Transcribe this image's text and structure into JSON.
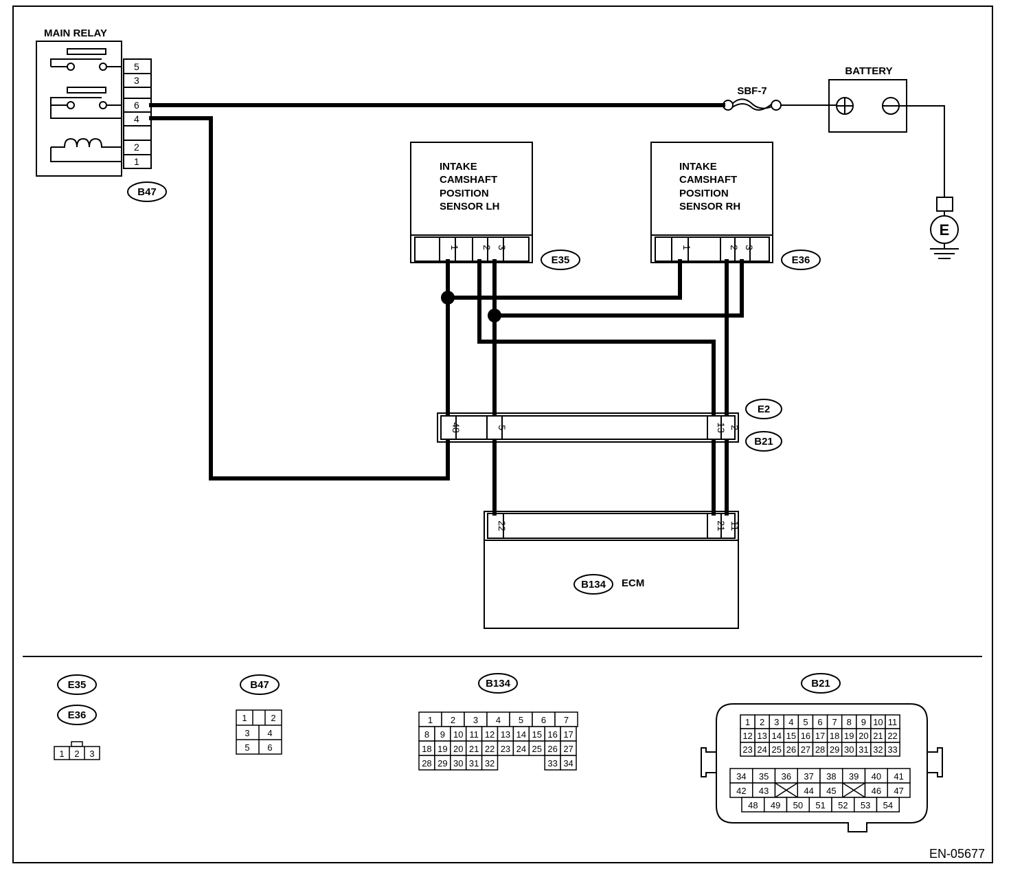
{
  "doc_id": "EN-05677",
  "components": {
    "main_relay": {
      "label": "MAIN RELAY",
      "connector": "B47",
      "pins": [
        "5",
        "3",
        "6",
        "4",
        "2",
        "1"
      ]
    },
    "battery": {
      "label": "BATTERY"
    },
    "fuse": {
      "label": "SBF-7"
    },
    "ground": {
      "label": "E"
    },
    "sensor_lh": {
      "lines": [
        "INTAKE",
        "CAMSHAFT",
        "POSITION",
        "SENSOR LH"
      ],
      "connector": "E35",
      "pins": [
        "1",
        "2",
        "3"
      ]
    },
    "sensor_rh": {
      "lines": [
        "INTAKE",
        "CAMSHAFT",
        "POSITION",
        "SENSOR RH"
      ],
      "connector": "E36",
      "pins": [
        "1",
        "2",
        "3"
      ]
    },
    "joint": {
      "connectors": [
        "E2",
        "B21"
      ],
      "pins": [
        "48",
        "5",
        "13",
        "2"
      ]
    },
    "ecm": {
      "label": "ECM",
      "connector": "B134",
      "pins": [
        "22",
        "21",
        "11"
      ]
    }
  },
  "legend": {
    "e35_e36": {
      "tags": [
        "E35",
        "E36"
      ],
      "pins": [
        "1",
        "2",
        "3"
      ]
    },
    "b47": {
      "tag": "B47",
      "rows": [
        [
          "1",
          "2"
        ],
        [
          "3",
          "4"
        ],
        [
          "5",
          "6"
        ]
      ]
    },
    "b134": {
      "tag": "B134",
      "row1": [
        "1",
        "2",
        "3",
        "4",
        "5",
        "6",
        "7"
      ],
      "row2": [
        "8",
        "9",
        "10",
        "11",
        "12",
        "13",
        "14",
        "15",
        "16",
        "17"
      ],
      "row3": [
        "18",
        "19",
        "20",
        "21",
        "22",
        "23",
        "24",
        "25",
        "26",
        "27"
      ],
      "row4a": [
        "28",
        "29",
        "30",
        "31",
        "32"
      ],
      "row4b": [
        "33",
        "34"
      ]
    },
    "b21": {
      "tag": "B21",
      "r1": [
        "1",
        "2",
        "3",
        "4",
        "5",
        "6",
        "7",
        "8",
        "9",
        "10",
        "11"
      ],
      "r2": [
        "12",
        "13",
        "14",
        "15",
        "16",
        "17",
        "18",
        "19",
        "20",
        "21",
        "22"
      ],
      "r3": [
        "23",
        "24",
        "25",
        "26",
        "27",
        "28",
        "29",
        "30",
        "31",
        "32",
        "33"
      ],
      "r4": [
        "34",
        "35",
        "36",
        "37",
        "38",
        "39",
        "40",
        "41"
      ],
      "r5": [
        "42",
        "43",
        "",
        "44",
        "45",
        "",
        "46",
        "47"
      ],
      "r6": [
        "48",
        "49",
        "50",
        "51",
        "52",
        "53",
        "54"
      ]
    }
  }
}
